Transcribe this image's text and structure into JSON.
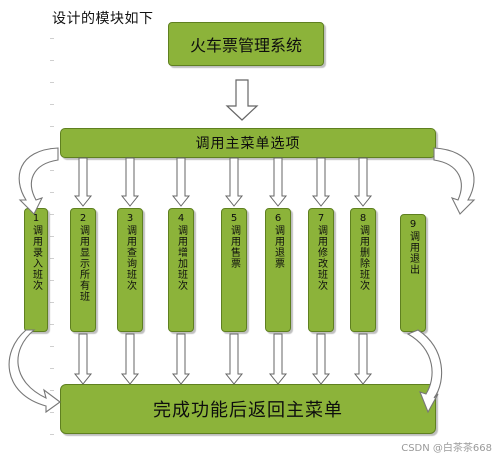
{
  "heading": "设计的模块如下",
  "title": "火车票管理系统",
  "main_menu": "调用主菜单选项",
  "return_text": "完成功能后返回主菜单",
  "modules": [
    {
      "label": "1调用录入班次"
    },
    {
      "label": "2调用显示所有班"
    },
    {
      "label": "3调用查询班次"
    },
    {
      "label": "4调用增加班次"
    },
    {
      "label": "5调用售票"
    },
    {
      "label": "6调用退票"
    },
    {
      "label": "7调用修改班次"
    },
    {
      "label": "8调用删除班次"
    },
    {
      "label": "9调用退出"
    }
  ],
  "watermark": "CSDN @白茶茶668",
  "colors": {
    "box_fill": "#8cb33a",
    "box_border": "#5f8020",
    "arrow_stroke": "#666666"
  }
}
